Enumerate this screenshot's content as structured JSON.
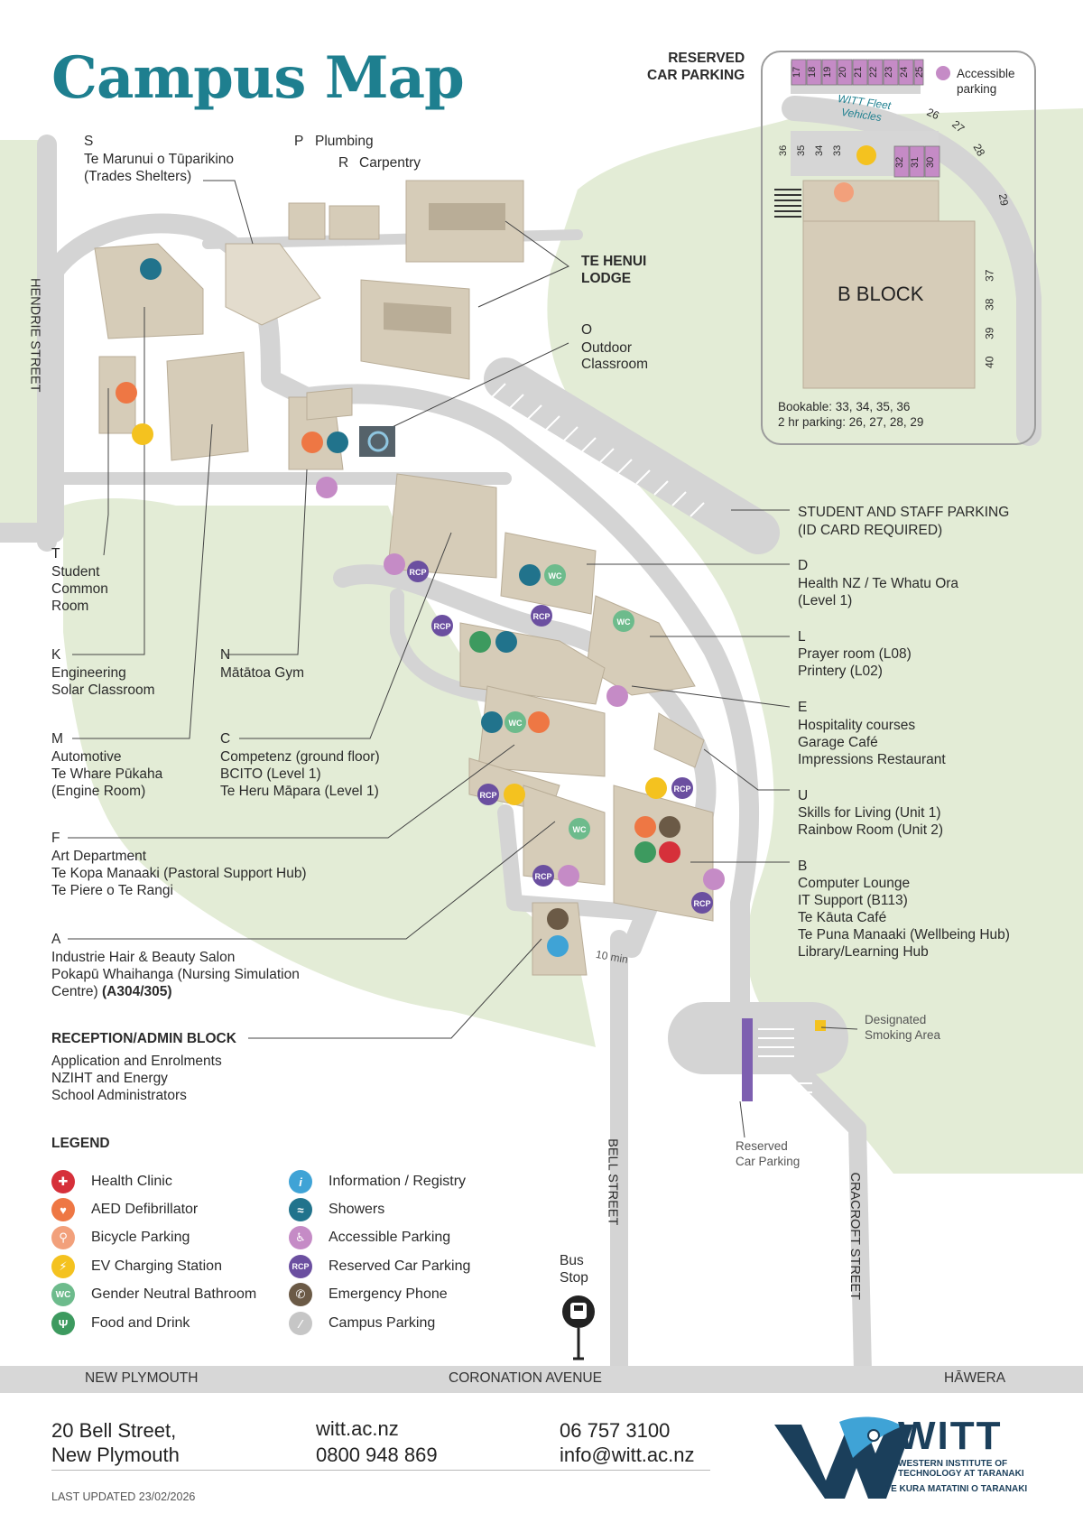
{
  "title": "Campus Map",
  "reserved_car_parking_label": "RESERVED\nCAR PARKING",
  "labels": {
    "S": {
      "letter": "S",
      "line1": "Te Marunui o Tūparikino",
      "line2": "(Trades Shelters)"
    },
    "P": {
      "letter": "P",
      "name": "Plumbing"
    },
    "R": {
      "letter": "R",
      "name": "Carpentry"
    },
    "te_henui": {
      "line1": "TE HENUI",
      "line2": "LODGE"
    },
    "O": {
      "letter": "O",
      "line1": "Outdoor",
      "line2": "Classroom"
    },
    "student_staff_parking": {
      "line1": "STUDENT AND STAFF PARKING",
      "line2": "(ID CARD REQUIRED)"
    },
    "D": {
      "letter": "D",
      "line1": "Health NZ / Te Whatu Ora",
      "line2": "(Level 1)"
    },
    "L": {
      "letter": "L",
      "line1": "Prayer room (L08)",
      "line2": "Printery (L02)"
    },
    "E": {
      "letter": "E",
      "line1": "Hospitality courses",
      "line2": "Garage Café",
      "line3": "Impressions Restaurant"
    },
    "U": {
      "letter": "U",
      "line1": "Skills for Living (Unit 1)",
      "line2": "Rainbow Room (Unit 2)"
    },
    "B": {
      "letter": "B",
      "line1": "Computer Lounge",
      "line2": "IT Support (B113)",
      "line3": "Te Kāuta Café",
      "line4": "Te Puna Manaaki (Wellbeing Hub)",
      "line5": "Library/Learning Hub"
    },
    "T": {
      "letter": "T",
      "line1": "Student",
      "line2": "Common",
      "line3": "Room"
    },
    "K": {
      "letter": "K",
      "line1": "Engineering",
      "line2": "Solar Classroom"
    },
    "N": {
      "letter": "N",
      "line1": "Mātātoa Gym"
    },
    "M": {
      "letter": "M",
      "line1": "Automotive",
      "line2": "Te Whare Pūkaha",
      "line3": "(Engine Room)"
    },
    "C": {
      "letter": "C",
      "line1": "Competenz (ground floor)",
      "line2": "BCITO (Level 1)",
      "line3": "Te Heru Māpara (Level 1)"
    },
    "F": {
      "letter": "F",
      "line1": "Art Department",
      "line2": "Te Kopa Manaaki (Pastoral Support Hub)",
      "line3": "Te Piere o Te Rangi"
    },
    "A": {
      "letter": "A",
      "line1": "Industrie Hair & Beauty Salon",
      "line2": "Pokapū Whaihanga (Nursing Simulation",
      "line3a": "Centre) ",
      "line3b": "(A304/305)"
    },
    "reception": {
      "title": "RECEPTION/ADMIN BLOCK",
      "line1": "Application and Enrolments",
      "line2": "NZIHT and Energy",
      "line3": "School Administrators"
    },
    "smoking": {
      "line1": "Designated",
      "line2": "Smoking Area"
    },
    "reserved_small": {
      "line1": "Reserved",
      "line2": "Car Parking"
    },
    "bus_stop": {
      "line1": "Bus",
      "line2": "Stop"
    },
    "ten_min": "10 min"
  },
  "streets": {
    "hendrie": "HENDRIE STREET",
    "bell": "BELL STREET",
    "cracroft": "CRACROFT STREET",
    "new_plymouth": "NEW PLYMOUTH",
    "coronation": "CORONATION AVENUE",
    "hawera": "HĀWERA"
  },
  "b_block_inset": {
    "title": "B BLOCK",
    "accessible_line1": "Accessible",
    "accessible_line2": "parking",
    "fleet_line1": "WITT Fleet",
    "fleet_line2": "Vehicles",
    "bookable": "Bookable: 33, 34, 35, 36",
    "two_hr": "2 hr parking: 26, 27, 28, 29",
    "top_bays": [
      "17",
      "18",
      "19",
      "20",
      "21",
      "22",
      "23",
      "24",
      "25"
    ],
    "left_bays": [
      "36",
      "35",
      "34",
      "33"
    ],
    "accessible_bays": [
      "32",
      "31",
      "30"
    ],
    "curve_bays": [
      "26",
      "27",
      "28",
      "29"
    ],
    "right_bays": [
      "37",
      "38",
      "39",
      "40"
    ]
  },
  "legend": {
    "title": "LEGEND",
    "left": [
      {
        "icon": "health-clinic-icon",
        "glyph": "✚",
        "color": "#d6303a",
        "label": "Health Clinic"
      },
      {
        "icon": "aed-icon",
        "glyph": "♥",
        "color": "#ee7744",
        "label": "AED Defibrillator"
      },
      {
        "icon": "bicycle-icon",
        "glyph": "⚲",
        "color": "#f2a07b",
        "label": "Bicycle Parking"
      },
      {
        "icon": "ev-charging-icon",
        "glyph": "⚡",
        "color": "#f4c21f",
        "label": "EV Charging Station"
      },
      {
        "icon": "bathroom-icon",
        "glyph": "WC",
        "color": "#6dbb8c",
        "label": "Gender Neutral Bathroom"
      },
      {
        "icon": "food-icon",
        "glyph": "Ψ",
        "color": "#3d9a5f",
        "label": "Food and Drink"
      }
    ],
    "right": [
      {
        "icon": "information-icon",
        "glyph": "i",
        "color": "#3fa3d6",
        "label": "Information / Registry"
      },
      {
        "icon": "shower-icon",
        "glyph": "≈",
        "color": "#21738c",
        "label": "Showers"
      },
      {
        "icon": "accessible-icon",
        "glyph": "♿",
        "color": "#c58bc6",
        "label": "Accessible Parking"
      },
      {
        "icon": "rcp-icon",
        "glyph": "RCP",
        "color": "#6b4fa0",
        "label": "Reserved Car Parking"
      },
      {
        "icon": "emergency-phone-icon",
        "glyph": "✆",
        "color": "#6b5a46",
        "label": "Emergency Phone"
      },
      {
        "icon": "campus-parking-icon",
        "glyph": "⁄",
        "color": "#c6c6c6",
        "label": "Campus Parking"
      }
    ]
  },
  "footer": {
    "address_line1": "20 Bell Street,",
    "address_line2": "New Plymouth",
    "website": "witt.ac.nz",
    "phone_free": "0800 948 869",
    "phone": "06 757 3100",
    "email": "info@witt.ac.nz",
    "updated": "LAST UPDATED 23/02/2026"
  },
  "logo": {
    "name": "WITT",
    "line1": "WESTERN INSTITUTE OF",
    "line2": "TECHNOLOGY AT TARANAKI",
    "line3": "TE KURA MATATINI O TARANAKI"
  },
  "colors": {
    "title": "#1e7f8f",
    "grass": "#e3ecd6",
    "road": "#d4d4d4",
    "building": "#d6ccb8",
    "rcp": "#6b4fa0",
    "accessible": "#c58bc6"
  }
}
